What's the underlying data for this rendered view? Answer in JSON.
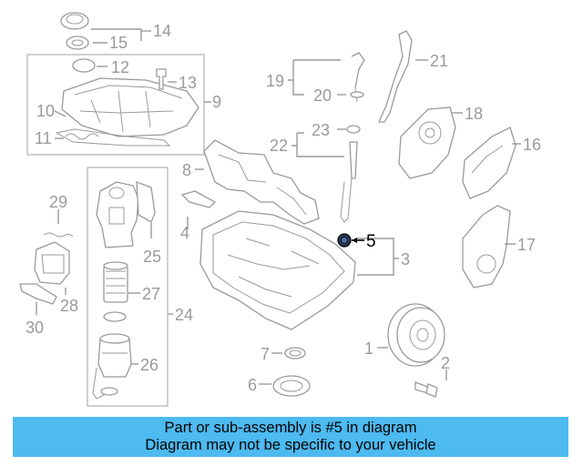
{
  "callouts": {
    "n1": "1",
    "n2": "2",
    "n3": "3",
    "n4": "4",
    "n5": "5",
    "n6": "6",
    "n7": "7",
    "n8": "8",
    "n9": "9",
    "n10": "10",
    "n11": "11",
    "n12": "12",
    "n13": "13",
    "n14": "14",
    "n15": "15",
    "n16": "16",
    "n17": "17",
    "n18": "18",
    "n19": "19",
    "n20": "20",
    "n21": "21",
    "n22": "22",
    "n23": "23",
    "n24": "24",
    "n25": "25",
    "n26": "26",
    "n27": "27",
    "n28": "28",
    "n29": "29",
    "n30": "30"
  },
  "highlight_color": "#000000",
  "part_color": "#9a9a9a",
  "caption": {
    "line1": "Part or sub-assembly is #5 in diagram",
    "line2": "Diagram may not be specific to your vehicle",
    "background": "#4dbaf0"
  }
}
